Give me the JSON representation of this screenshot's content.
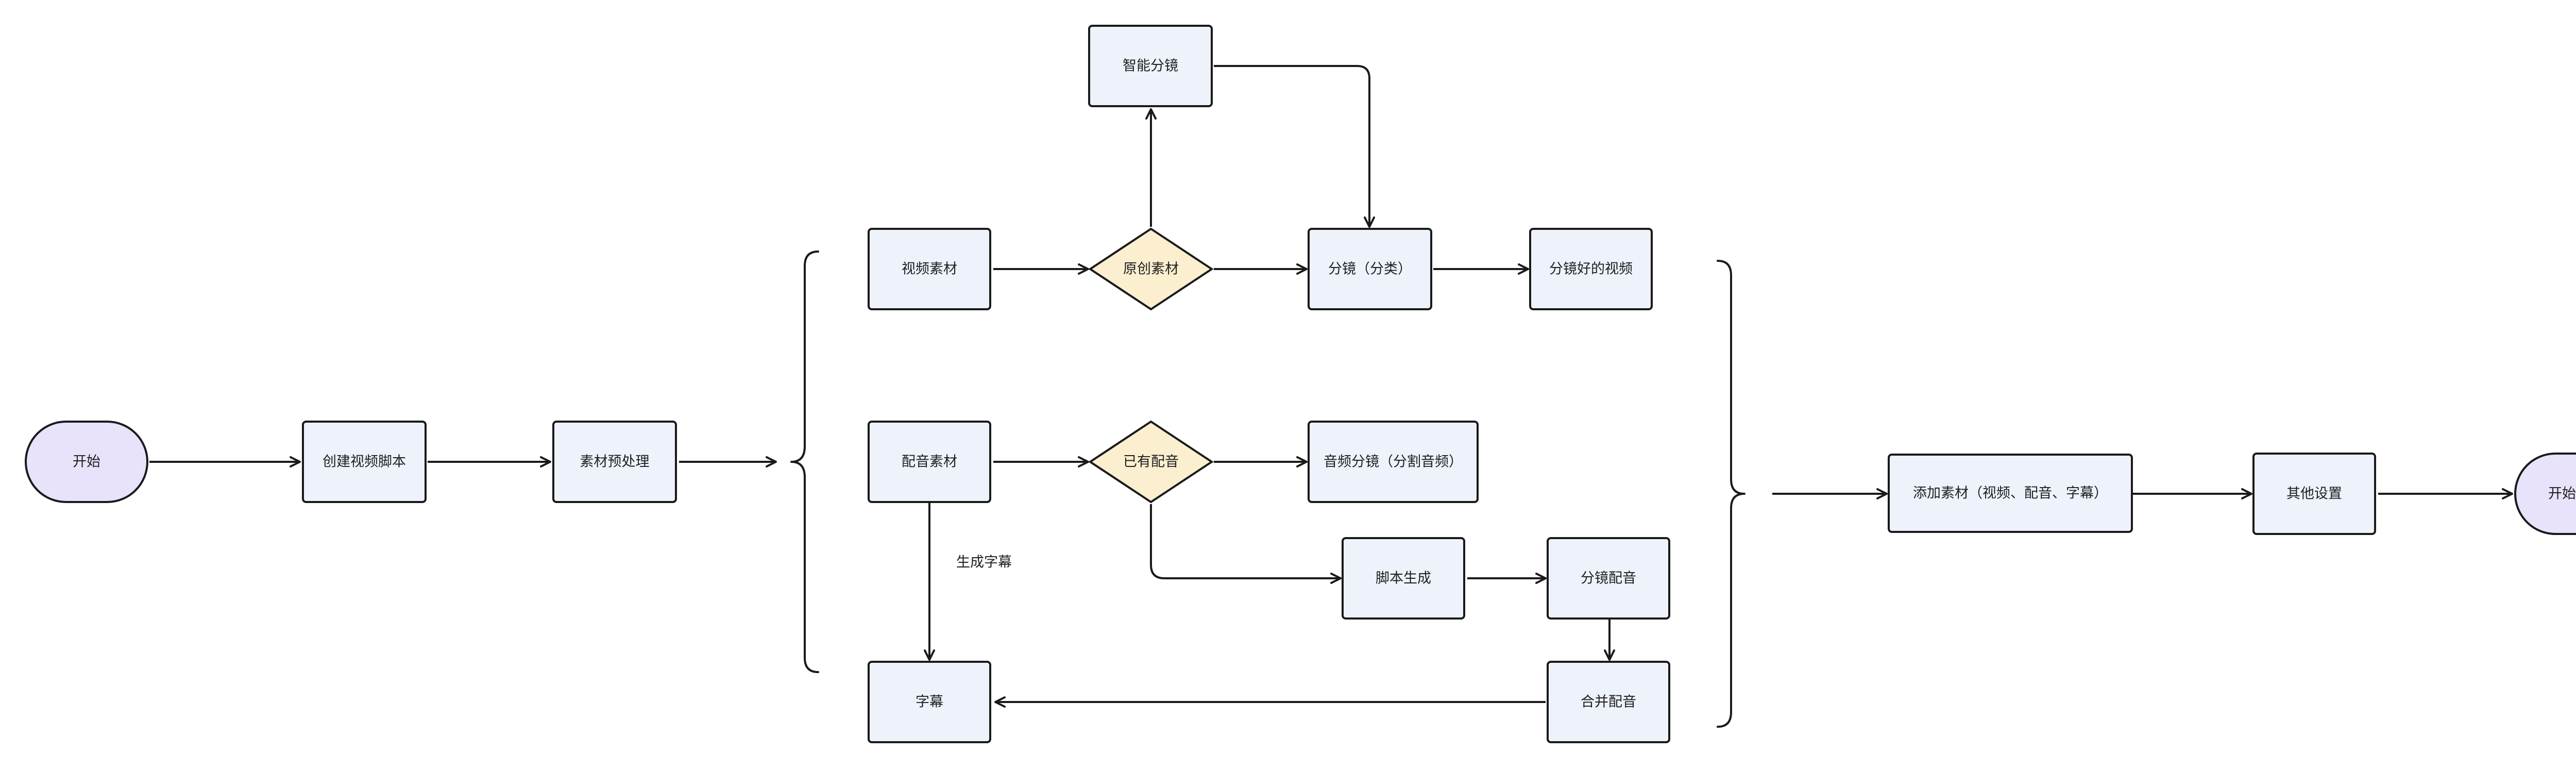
{
  "nodes": {
    "start": "开始",
    "create_script": "创建视频脚本",
    "preprocess": "素材预处理",
    "video_material": "视频素材",
    "original_material": "原创素材",
    "smart_shot": "智能分镜",
    "shot_classify": "分镜（分类）",
    "shot_video": "分镜好的视频",
    "audio_material": "配音素材",
    "has_voice": "已有配音",
    "audio_shot": "音频分镜（分割音频）",
    "script_gen": "脚本生成",
    "shot_voice": "分镜配音",
    "merge_voice": "合并配音",
    "subtitle": "字幕",
    "add_material": "添加素材（视频、配音、字幕）",
    "other_settings": "其他设置",
    "start_compose": "开始合成"
  },
  "edges": {
    "gen_subtitle": "生成字幕"
  },
  "colors": {
    "process_fill": "#eef2fb",
    "terminal_fill": "#e8e2fb",
    "decision_fill": "#fcefcf",
    "stroke": "#1a1a1a"
  }
}
